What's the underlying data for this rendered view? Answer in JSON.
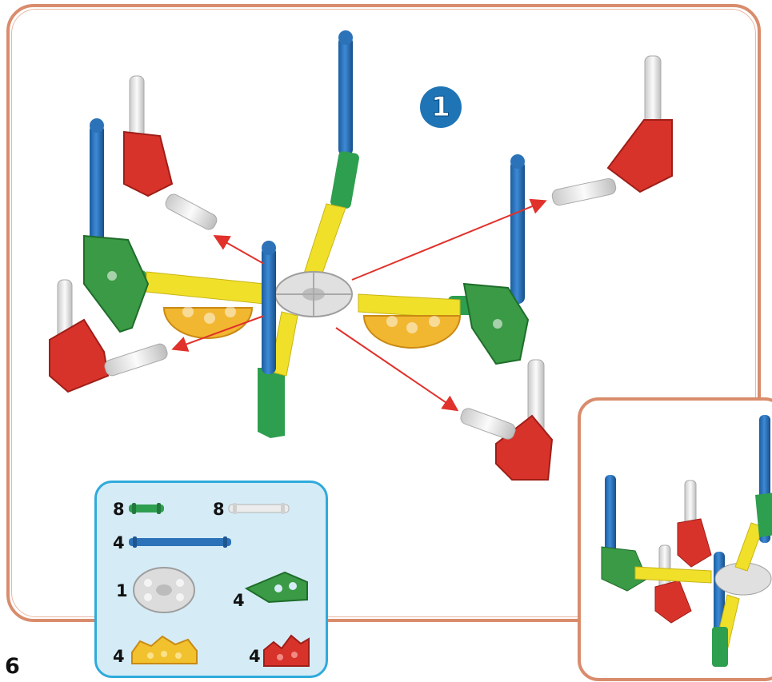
{
  "step": {
    "number": "1"
  },
  "page": {
    "number": "6"
  },
  "parts_list": [
    {
      "id": "green-connector",
      "quantity": "8",
      "color": "#2e9e4f"
    },
    {
      "id": "white-connector",
      "quantity": "8",
      "color": "#e8e8e8"
    },
    {
      "id": "blue-rod",
      "quantity": "4",
      "color": "#2c72b8"
    },
    {
      "id": "white-8-way-hub",
      "quantity": "1",
      "color": "#d9d9d9"
    },
    {
      "id": "green-half-hub",
      "quantity": "4",
      "color": "#3a9a45"
    },
    {
      "id": "yellow-half-hub",
      "quantity": "4",
      "color": "#f2c12e"
    },
    {
      "id": "red-quarter-hub",
      "quantity": "4",
      "color": "#d8332a"
    }
  ],
  "colors": {
    "frame": "#d98c6c",
    "parts_box_border": "#2faadb",
    "parts_box_fill": "#d5ecf7",
    "step_badge": "#1e74b5",
    "arrows": "#e0322b"
  }
}
